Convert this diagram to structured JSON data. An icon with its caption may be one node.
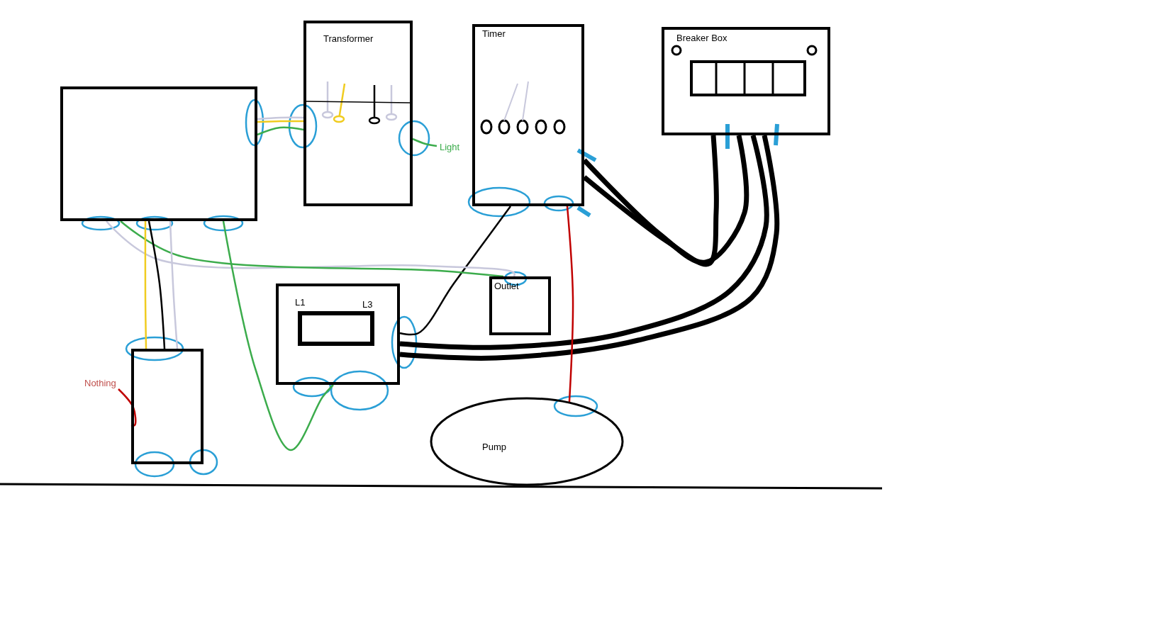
{
  "diagram": {
    "nodes": [
      {
        "text": [
          "Transformer"
        ]
      },
      {
        "text": [
          "Timer"
        ]
      },
      {
        "text": [
          "Breaker Box"
        ]
      },
      {
        "text": [],
        "shape": "box"
      },
      {
        "text": [
          "Outlet"
        ]
      },
      {
        "text": [
          "L1",
          "L3"
        ]
      },
      {
        "text": [],
        "shape": "box"
      },
      {
        "text": [
          "Pump"
        ]
      },
      {
        "text": [
          "Light"
        ]
      },
      {
        "text": [
          "Nothing"
        ]
      }
    ],
    "edges": [
      {
        "from": 3,
        "to": 0,
        "arrow": "none",
        "color": "#c8c8dc"
      },
      {
        "from": 3,
        "to": 0,
        "arrow": "none",
        "color": "#f0cc20"
      },
      {
        "from": 3,
        "to": 0,
        "arrow": "none",
        "color": "#3cac4c"
      },
      {
        "from": 1,
        "to": 2,
        "arrow": "none",
        "style": "thick"
      },
      {
        "from": 1,
        "to": 2,
        "arrow": "none",
        "style": "thick"
      },
      {
        "from": 2,
        "to": 5,
        "arrow": "none",
        "style": "thick"
      },
      {
        "from": 2,
        "to": 5,
        "arrow": "none",
        "style": "thick"
      },
      {
        "from": 1,
        "to": 5,
        "arrow": "none"
      },
      {
        "from": 1,
        "to": 7,
        "arrow": "none",
        "color": "#c00000"
      },
      {
        "from": 3,
        "to": 4,
        "arrow": "none",
        "color": "#c8c8dc"
      },
      {
        "from": 3,
        "to": 4,
        "arrow": "none",
        "color": "#3cac4c"
      },
      {
        "from": 3,
        "to": 6,
        "arrow": "none"
      },
      {
        "from": 3,
        "to": 6,
        "arrow": "none",
        "color": "#c8c8dc"
      },
      {
        "from": 3,
        "to": 5,
        "arrow": "none",
        "color": "#3cac4c"
      },
      {
        "from": 3,
        "to": 6,
        "arrow": "none",
        "color": "#f0cc20"
      },
      {
        "from": 9,
        "to": 6,
        "arrow": "none",
        "color": "#c00000"
      },
      {
        "from": 0,
        "to": 8,
        "arrow": "none",
        "color": "#3cac4c"
      }
    ]
  }
}
